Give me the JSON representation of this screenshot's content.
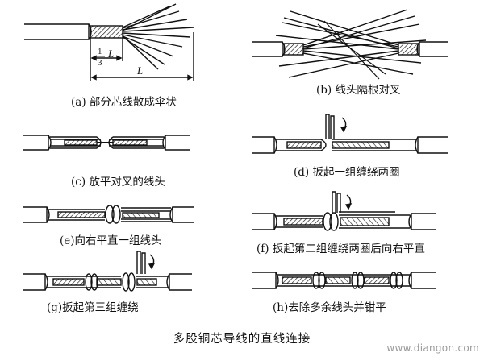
{
  "panels": [
    {
      "id": "a",
      "caption": "(a) 部分芯线散成伞状"
    },
    {
      "id": "b",
      "caption": "(b) 线头隔根对叉"
    },
    {
      "id": "c",
      "caption": "(c) 放平对叉的线头"
    },
    {
      "id": "d",
      "caption": "(d) 扳起一组缠绕两圈"
    },
    {
      "id": "e",
      "caption": "(e)向右平直一组线头"
    },
    {
      "id": "f",
      "caption": "(f) 扳起第二组缠绕两圈后向右平直"
    },
    {
      "id": "g",
      "caption": "(g)扳起第三组缠绕"
    },
    {
      "id": "h",
      "caption": "(h)去除多余线头并钳平"
    }
  ],
  "dimension_labels": {
    "fraction_numerator": "1",
    "fraction_denominator": "3",
    "fraction_var": "L",
    "total_var": "L"
  },
  "title": "多股铜芯导线的直线连接",
  "watermark": "www.diangon.com"
}
